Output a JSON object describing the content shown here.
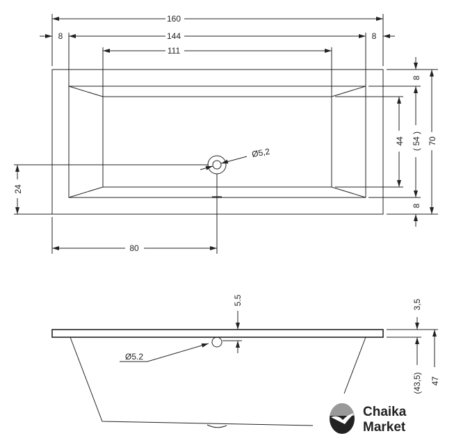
{
  "top_view": {
    "overall_length": "160",
    "inner_length": "144",
    "rim_left": "8",
    "rim_right": "8",
    "floor_length": "111",
    "rim_top": "8",
    "rim_bottom": "8",
    "inner_width": "( 54 )",
    "floor_width": "44",
    "overall_width": "70",
    "drain_offset_y": "24",
    "drain_offset_x": "80",
    "drain_diameter": "Ø5,2"
  },
  "side_view": {
    "drain_diameter": "Ø5.2",
    "drain_depth": "5.5",
    "rim_thickness": "3,5",
    "inner_depth": "(43,5)",
    "overall_height": "47"
  },
  "logo": {
    "line1": "Chaika",
    "line2": "Market",
    "color": "#999999"
  }
}
